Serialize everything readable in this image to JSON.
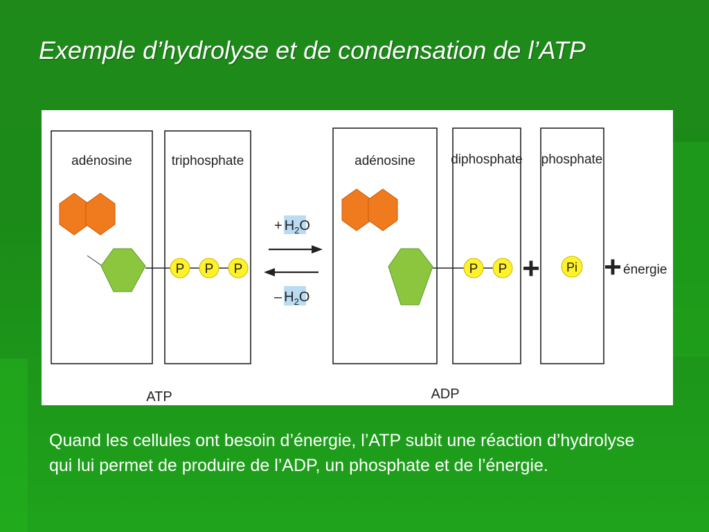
{
  "slide": {
    "title": "Exemple d’hydrolyse et de condensation de l’ATP",
    "caption": "Quand les cellules ont besoin d’énergie, l’ATP subit une réaction d’hydrolyse qui lui permet de produire de l’ADP, un phosphate et de l’énergie."
  },
  "figure": {
    "atp_label": "ATP",
    "adp_label": "ADP",
    "atp_boxes": {
      "adenosine": "adénosine",
      "triphosphate": "triphosphate"
    },
    "adp_boxes": {
      "adenosine": "adénosine",
      "diphosphate": "diphosphate",
      "phosphate": "phosphate"
    },
    "phosphate_symbol": "P",
    "inorganic_phosphate_symbol": "Pi",
    "plus_sign": "+",
    "energy_label": "énergie",
    "forward_reaction": {
      "sign": "+",
      "molecule": "H",
      "subscript": "2",
      "suffix": "O"
    },
    "reverse_reaction": {
      "sign": "–",
      "molecule": "H",
      "subscript": "2",
      "suffix": "O"
    },
    "colors": {
      "adenine": "#f07a1e",
      "ribose": "#8cc63f",
      "phosphate": "#fff22a",
      "water_highlight": "#b9dcf2"
    }
  }
}
